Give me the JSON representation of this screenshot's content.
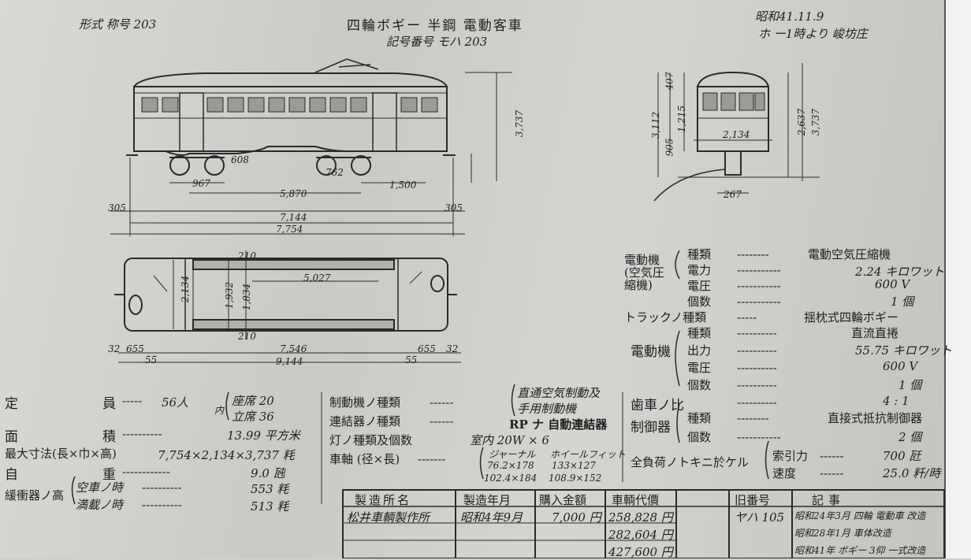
{
  "header": {
    "form_no": "形式 称号  203",
    "title": "四輪ボギー 半鋼 電動客車",
    "symbol": "記号番号  モハ 203",
    "date": "昭和41.11.9",
    "note": "ホ ー1時より 峻坊庄"
  },
  "side_view": {
    "dims": {
      "wheel_dia": "608",
      "wheel_dia2": "762",
      "bogie_left": "967",
      "bogie_center": "5,870",
      "wheelbase": "1,500",
      "overhang_left": "305",
      "overhang_right": "305",
      "body_len": "7,144",
      "total_len": "7,754",
      "height": "3,737"
    }
  },
  "end_view": {
    "dims": {
      "roof": "407",
      "h1": "1,215",
      "h2": "3,112",
      "h3": "905",
      "width": "2,134",
      "track": "2,637",
      "height": "3,737",
      "coupler": "267"
    }
  },
  "plan_view": {
    "dims": {
      "w_outer": "2,134",
      "w_inner": "1,932",
      "seat_w": "1,834",
      "seat_len": "5,027",
      "seat_d": "210",
      "seat_d2": "210",
      "left_end": "32",
      "left_step": "655",
      "center": "7,546",
      "right_step": "655",
      "right_end": "32",
      "left_b": "55",
      "length": "9,144",
      "right_b": "55"
    }
  },
  "specs_left": [
    {
      "label": "定",
      "sub": "員",
      "value": "56人",
      "extra": [
        "座席 20",
        "立席 36"
      ],
      "extra_prefix": "内"
    },
    {
      "label": "面",
      "sub": "積",
      "value": "13.99 平方米"
    },
    {
      "label": "最大寸法(長×巾×高)",
      "value": "7,754×2,134×3,737 粍"
    },
    {
      "label": "自",
      "sub": "重",
      "value": "9.0 瓲"
    },
    {
      "label": "緩衝器ノ高",
      "sub": "",
      "value": ""
    },
    {
      "label": "空車ノ時",
      "value": "553 粍"
    },
    {
      "label": "満載ノ時",
      "value": "513 粍"
    }
  ],
  "specs_middle": [
    {
      "label": "制動機ノ種類",
      "value": [
        "直通空気制動及",
        "手用制動機"
      ]
    },
    {
      "label": "連結器ノ種類",
      "value": "自動連結器",
      "stamp": "RP ナ 自動連結器"
    },
    {
      "label": "灯ノ種類及個数",
      "value": "室内 20W × 6"
    },
    {
      "label": "車軸 (径×長)",
      "value": ""
    }
  ],
  "axles": {
    "col1_head": "ジャーナル",
    "col2_head": "ホイールフィット",
    "rows": [
      [
        "76.2×178",
        "133×127"
      ],
      [
        "102.4×184",
        "108.9×152"
      ]
    ]
  },
  "specs_right": {
    "compressor": {
      "group": "電動機 (空気圧縮機)",
      "rows": [
        [
          "種類",
          "電動空気圧縮機"
        ],
        [
          "電力",
          "2.24 キロワット"
        ],
        [
          "電圧",
          "600 V"
        ],
        [
          "個数",
          "1 個"
        ]
      ]
    },
    "truck": {
      "label": "トラックノ種類",
      "value": "揺枕式四輪ボギー"
    },
    "motor": {
      "group": "電動機",
      "rows": [
        [
          "種類",
          "直流直捲"
        ],
        [
          "出力",
          "55.75 キロワット"
        ],
        [
          "電圧",
          "600 V"
        ],
        [
          "個数",
          "1 個"
        ]
      ]
    },
    "gear": {
      "label": "歯車ノ比",
      "value": "4 : 1"
    },
    "controller": {
      "group": "制御器",
      "rows": [
        [
          "種類",
          "直接式抵抗制御器"
        ],
        [
          "個数",
          "2 個"
        ]
      ]
    },
    "load": {
      "label": "全負荷ノトキニ於ケル",
      "rows": [
        [
          "索引力",
          "700 瓩"
        ],
        [
          "速度",
          "25.0 粁/時"
        ]
      ]
    }
  },
  "bottom_table": {
    "headers": [
      "製造所名",
      "製造年月",
      "購入金額",
      "車輌代價",
      "旧番号",
      "記事"
    ],
    "maker": "松井車輌製作所",
    "date": "昭和4年9月",
    "price": "7,000 円",
    "values": [
      "258,828 円",
      "282,604 円",
      "427,600 円"
    ],
    "old_no": "ヤハ 105",
    "notes": [
      "昭和24年3月 四輪 電動車 改造",
      "昭和28年1月 車体改造",
      "昭和41年 ボギー 3仰 一式改造"
    ]
  }
}
